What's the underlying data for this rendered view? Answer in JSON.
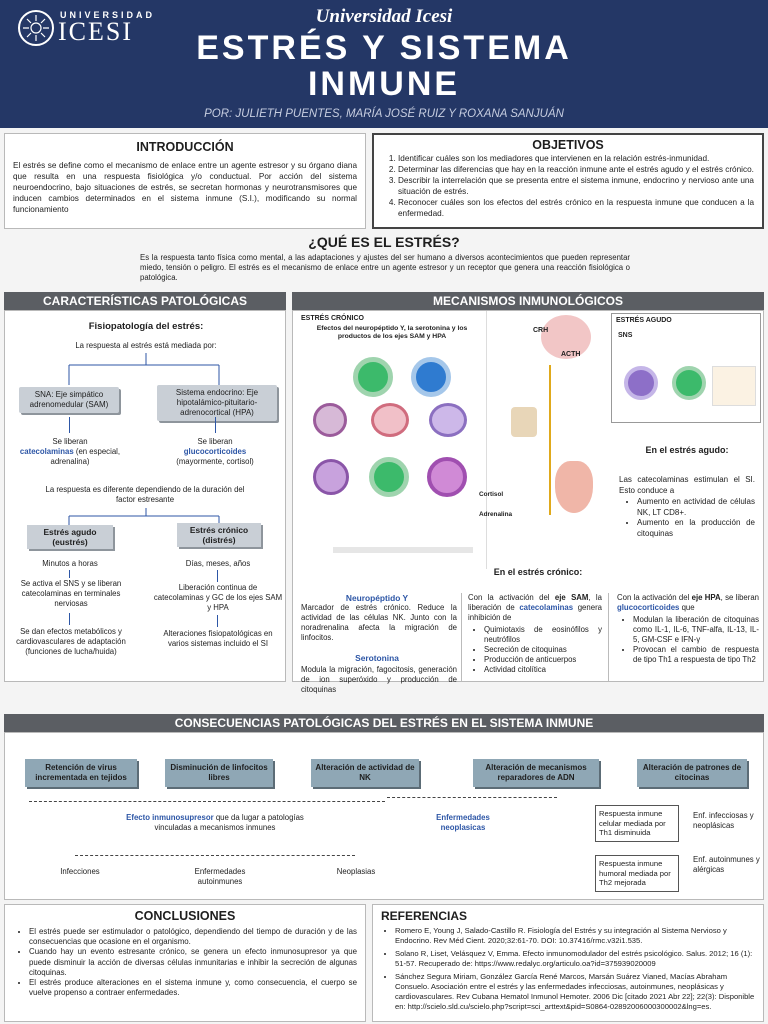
{
  "header": {
    "logo_univ": "UNIVERSIDAD",
    "logo_name": "ICESI",
    "university": "Universidad Icesi",
    "title_line1": "ESTRÉS Y SISTEMA",
    "title_line2": "INMUNE",
    "authors": "POR: JULIETH PUENTES, MARÍA JOSÉ RUIZ Y ROXANA SANJUÁN"
  },
  "intro": {
    "heading": "INTRODUCCIÓN",
    "text": "El estrés se define como el mecanismo de enlace entre un agente estresor y su órgano diana que resulta en una respuesta fisiológica y/o conductual. Por acción del sistema neuroendocrino, bajo situaciones de estrés, se secretan hormonas y neurotransmisores que inducen cambios determinados en el sistema inmune (S.I.), modificando su normal funcionamiento"
  },
  "objectives": {
    "heading": "OBJETIVOS",
    "items": [
      "Identificar cuáles son los mediadores que intervienen en la relación estrés-inmunidad.",
      "Determinar las diferencias que hay en la reacción inmune ante el estrés agudo y el estrés crónico.",
      "Describir la interrelación que se presenta entre el sistema inmune, endocrino y nervioso ante una situación de estrés.",
      "Reconocer cuáles son los efectos del estrés crónico en la respuesta inmune que conducen a la enfermedad."
    ]
  },
  "what": {
    "heading": "¿QUÉ ES EL ESTRÉS?",
    "text": "Es la respuesta tanto física como mental, a las adaptaciones y ajustes del ser humano a diversos acontecimientos que pueden representar miedo, tensión o peligro. El estrés es el mecanismo de enlace entre un agente estresor y un receptor que genera una reacción fisiológica o patológica."
  },
  "car": {
    "heading": "CARACTERÍSTICAS PATOLÓGICAS",
    "sub": "Fisiopatología del estrés:",
    "mediated": "La respuesta al estrés está mediada por:",
    "sna": "SNA: Eje simpático adrenomedular (SAM)",
    "se": "Sistema endocrino: Eje hipotalámico-pituitario-adrenocortical (HPA)",
    "lib1_pre": "Se liberan",
    "lib1_key": "catecolaminas",
    "lib1_post": "(en especial, adrenalina)",
    "lib2_pre": "Se liberan",
    "lib2_key": "glucocorticoides",
    "lib2_post": "(mayormente, cortisol)",
    "diff": "La respuesta es diferente dependiendo de la duración del factor estresante",
    "acute": "Estrés agudo (eustrés)",
    "chronic": "Estrés crónico (distrés)",
    "a1": "Minutos a horas",
    "a2": "Se activa el SNS y se liberan catecolaminas en terminales nerviosas",
    "a3": "Se dan efectos metabólicos y cardiovasculares de adaptación (funciones de lucha/huida)",
    "c1": "Días, meses, años",
    "c2": "Liberación continua de catecolaminas y GC de los ejes SAM y HPA",
    "c3": "Alteraciones fisiopatológicas en varios sistemas incluido el SI"
  },
  "mec": {
    "heading": "MECANISMOS INMUNOLÓGICOS",
    "fig_cron_title": "ESTRÉS CRÓNICO",
    "fig_cron_sub": "Efectos del neuropéptido Y, la serotonina y los productos de los ejes SAM y HPA",
    "fig_agudo_title": "ESTRÉS AGUDO",
    "crh": "CRH",
    "acth": "ACTH",
    "cortisol": "Cortisol",
    "adrenalina": "Adrenalina",
    "sns": "SNS",
    "acute_heading": "En el estrés agudo:",
    "acute_text": "Las catecolaminas estimulan el SI. Esto conduce a",
    "acute_items": [
      "Aumento en actividad de células NK, LT CD8+.",
      "Aumento en la producción de citoquinas"
    ],
    "chronic_heading": "En el estrés crónico:",
    "npy_heading": "Neuropéptido Y",
    "npy_text": "Marcador de estrés crónico. Reduce la actividad de las células NK. Junto con la noradrenalina afecta la migración de linfocitos.",
    "sero_heading": "Serotonina",
    "sero_text": "Modula la migración, fagocitosis, generación de ion superóxido y producción de citoquinas",
    "sam_pre": "Con la activación del",
    "sam_key": "eje SAM",
    "sam_mid": ", la liberación de",
    "sam_key2": "catecolaminas",
    "sam_post": "genera inhibición de",
    "sam_items": [
      "Quimiotaxis de eosinófilos y neutrófilos",
      "Secreción de citoquinas",
      "Producción de anticuerpos",
      "Actividad citolítica"
    ],
    "hpa_pre": "Con la activación del",
    "hpa_key": "eje HPA",
    "hpa_mid": ", se liberan",
    "hpa_key2": "glucocorticoides",
    "hpa_post": "que",
    "hpa_items": [
      "Modulan la liberación de citoquinas como IL-1, IL-6, TNF-alfa, IL-13, IL-5, GM-CSF e IFN-γ",
      "Provocan el cambio de respuesta de tipo Th1 a respuesta de tipo Th2"
    ]
  },
  "cons": {
    "heading": "CONSECUENCIAS PATOLÓGICAS DEL ESTRÉS EN EL SISTEMA INMUNE",
    "boxes": [
      "Retención de virus incrementada en tejidos",
      "Disminución de linfocitos libres",
      "Alteración de actividad de NK",
      "Alteración de mecanismos reparadores de ADN",
      "Alteración de patrones de citocinas"
    ],
    "immuno_key": "Efecto inmunosupresor",
    "immuno_text": "que da lugar a patologías vinculadas a mecanismos inmunes",
    "leaves": [
      "Infecciones",
      "Enfermedades autoinmunes",
      "Neoplasias"
    ],
    "neo": "Enfermedades neoplasicas",
    "r1": "Respuesta inmune celular mediada por Th1 disminuida",
    "r1_out": "Enf. infecciosas y neoplásicas",
    "r2": "Respuesta inmune humoral mediada por Th2 mejorada",
    "r2_out": "Enf. autoinmunes y alérgicas"
  },
  "concl": {
    "heading": "CONCLUSIONES",
    "items": [
      "El estrés puede ser estimulador o patológico, dependiendo del tiempo de duración y de las consecuencias que ocasione en el organismo.",
      "Cuando hay un evento estresante crónico, se genera un efecto inmunosupresor ya que puede disminuir la acción de diversas células inmunitarias e inhibir la secreción de algunas citoquinas.",
      "El estrés produce alteraciones en el sistema inmune y, como consecuencia, el cuerpo se vuelve propenso a contraer enfermedades."
    ]
  },
  "refs": {
    "heading": "REFERENCIAS",
    "items": [
      "Romero E, Young J, Salado-Castillo R. Fisiología del Estrés y su integración al Sistema Nervioso y Endocrino. Rev Méd Cient. 2020;32:61-70. DOI: 10.37416/rmc.v32i1.535.",
      "Solano R, Liset, Velásquez V, Emma. Efecto inmunomodulador del estrés psicológico. Salus. 2012; 16 (1): 51-57. Recuperado de: https://www.redalyc.org/articulo.oa?id=375939020009",
      "Sánchez Segura Miriam, González García René Marcos, Marsán Suárez Vianed, Macías Abraham Consuelo. Asociación entre el estrés y las enfermedades infecciosas, autoinmunes, neoplásicas y cardiovasculares. Rev Cubana Hematol Inmunol Hemoter. 2006 Dic [citado 2021 Abr 22]; 22(3): Disponible en: http://scielo.sld.cu/scielo.php?script=sci_arttext&pid=S0864-02892006000300002&lng=es."
    ]
  },
  "colors": {
    "navy": "#243766",
    "bar": "#5b5e63",
    "accent": "#2d56a6"
  }
}
